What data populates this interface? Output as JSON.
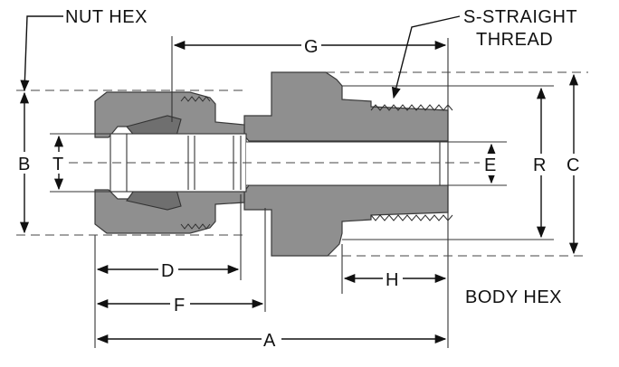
{
  "labels": {
    "nut_hex": "NUT HEX",
    "s_straight": "S-STRAIGHT",
    "thread": "THREAD",
    "body_hex": "BODY HEX"
  },
  "dimensions": {
    "A": "A",
    "B": "B",
    "C": "C",
    "D": "D",
    "E": "E",
    "F": "F",
    "G": "G",
    "H": "H",
    "R": "R",
    "T": "T"
  }
}
